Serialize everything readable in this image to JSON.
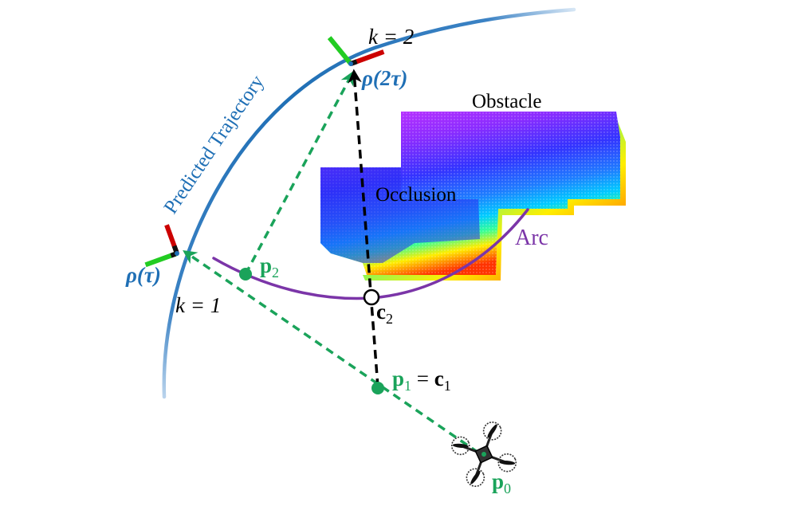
{
  "labels": {
    "predicted_trajectory": "Predicted Trajectory",
    "obstacle": "Obstacle",
    "occlusion": "Occlusion",
    "arc": "Arc",
    "k1": "k = 1",
    "k2": "k = 2",
    "rho_tau": "ρ(τ)",
    "rho_2tau": "ρ(2τ)",
    "p0": "p",
    "p0_sub": "0",
    "p1": "p",
    "p1_sub": "1",
    "p1_eq": " = ",
    "c1": "c",
    "c1_sub": "1",
    "p2": "p",
    "p2_sub": "2",
    "c2": "c",
    "c2_sub": "2"
  },
  "colors": {
    "trajectory": "#1f6fb5",
    "green": "#1aa35a",
    "black": "#000000",
    "arc": "#7b35a8",
    "obstacle_gradient": [
      "#cc33ff",
      "#3333ff",
      "#00ccff",
      "#33ff99",
      "#ffee00",
      "#ff3300"
    ]
  },
  "icons": {
    "frame_k1": "coordinate-frame-icon",
    "frame_k2": "coordinate-frame-icon",
    "drone": "quadrotor-icon"
  }
}
